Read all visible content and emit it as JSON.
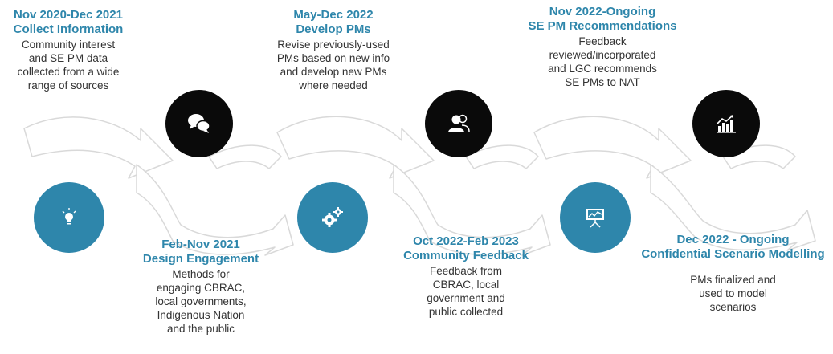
{
  "colors": {
    "accent": "#2e86ab",
    "dark": "#0a0a0a",
    "ribbon_fill": "#ffffff",
    "ribbon_stroke": "#d9d9d9"
  },
  "steps": [
    {
      "date": "Nov 2020-Dec 2021",
      "title": "Collect Information",
      "desc": [
        "Community interest",
        "and  SE PM data",
        "collected from a wide",
        "range of sources"
      ],
      "icon": "chat-bubbles-icon"
    },
    {
      "date": "Feb-Nov 2021",
      "title": "Design Engagement",
      "desc": [
        "Methods for",
        "engaging CBRAC,",
        "local governments,",
        "Indigenous Nation",
        "and the public"
      ],
      "icon": "lightbulb-icon"
    },
    {
      "date": "May-Dec 2022",
      "title": "Develop PMs",
      "desc": [
        "Revise previously-used",
        "PMs based on new info",
        "and develop new PMs",
        "where needed"
      ],
      "icon": "gears-icon"
    },
    {
      "date": "Oct 2022-Feb 2023",
      "title": "Community Feedback",
      "desc": [
        "Feedback from",
        "CBRAC, local",
        "government and",
        "public collected"
      ],
      "icon": "people-icon"
    },
    {
      "date": "Nov 2022-Ongoing",
      "title": "SE PM Recommendations",
      "desc": [
        "Feedback",
        "reviewed/incorporated",
        "and LGC recommends",
        "SE PMs to NAT"
      ],
      "icon": "presentation-icon"
    },
    {
      "date": "Dec 2022 - Ongoing",
      "title": "Confidential Scenario Modelling",
      "desc": [
        "PMs finalized and",
        "used to model",
        "scenarios"
      ],
      "icon": "growth-chart-icon"
    }
  ]
}
